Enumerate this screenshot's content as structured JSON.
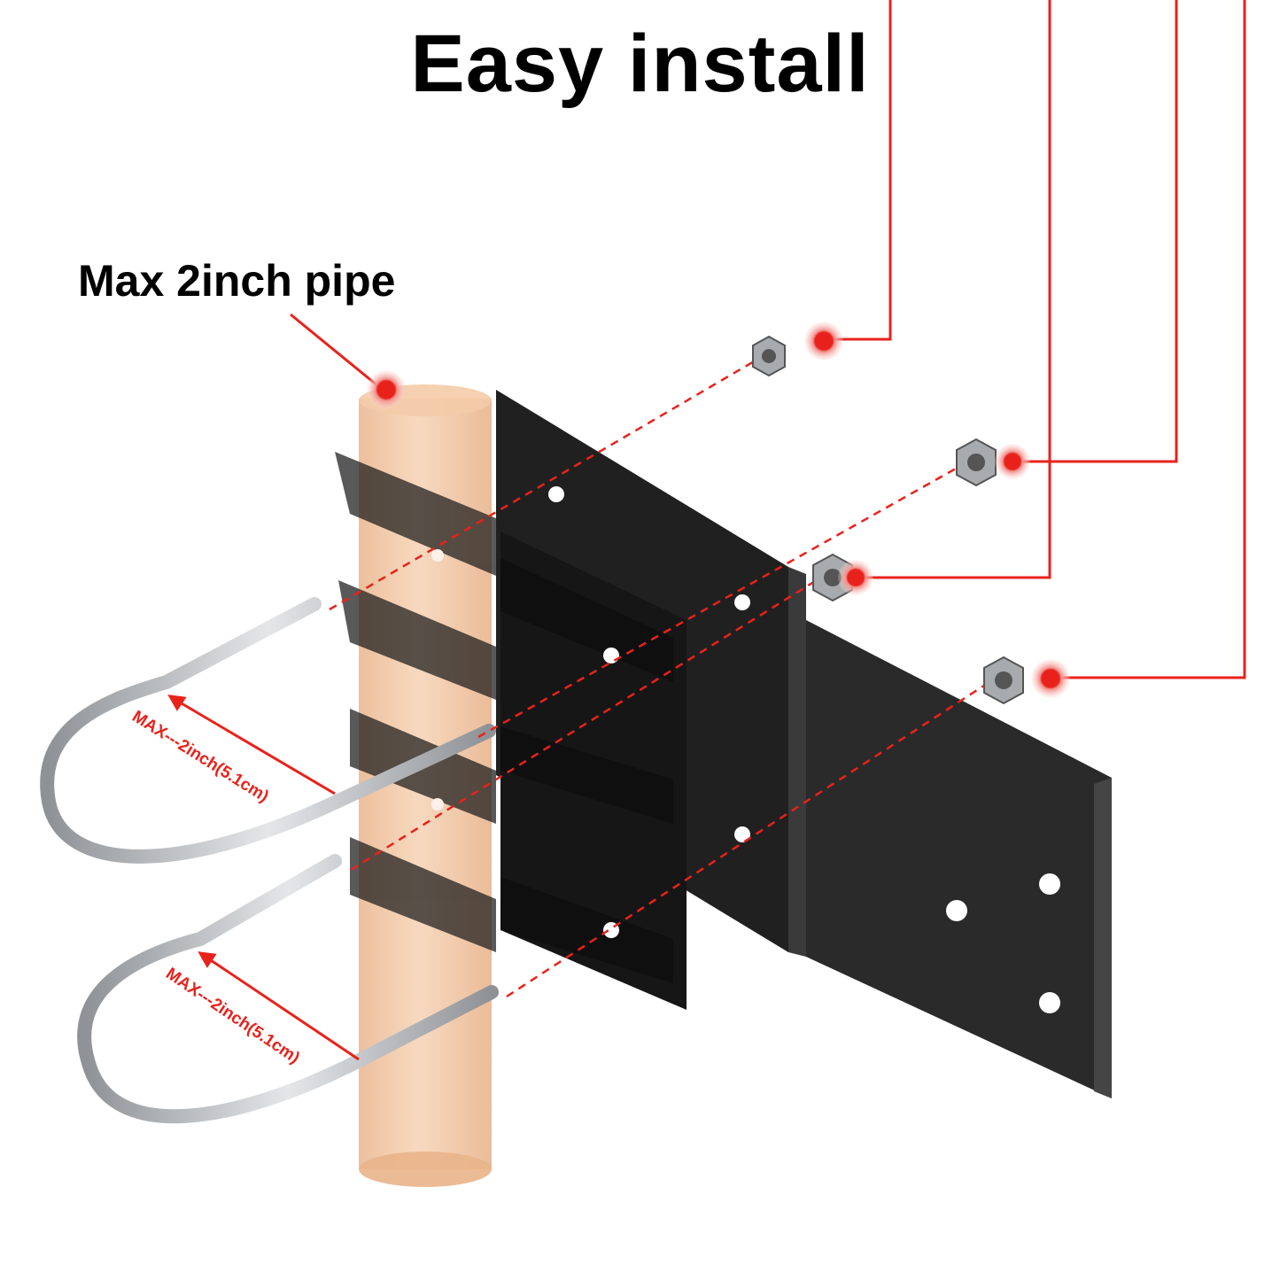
{
  "title": "Easy install",
  "pipe_label": "Max 2inch pipe",
  "dimension_label_1": "MAX---2inch(5.1cm)",
  "dimension_label_2": "MAX---2inch(5.1cm)",
  "colors": {
    "callout_red": "#e8221b",
    "pipe": "#f2c7a5",
    "bracket": "#1b1b1b",
    "steel": "#b9bcc0"
  }
}
